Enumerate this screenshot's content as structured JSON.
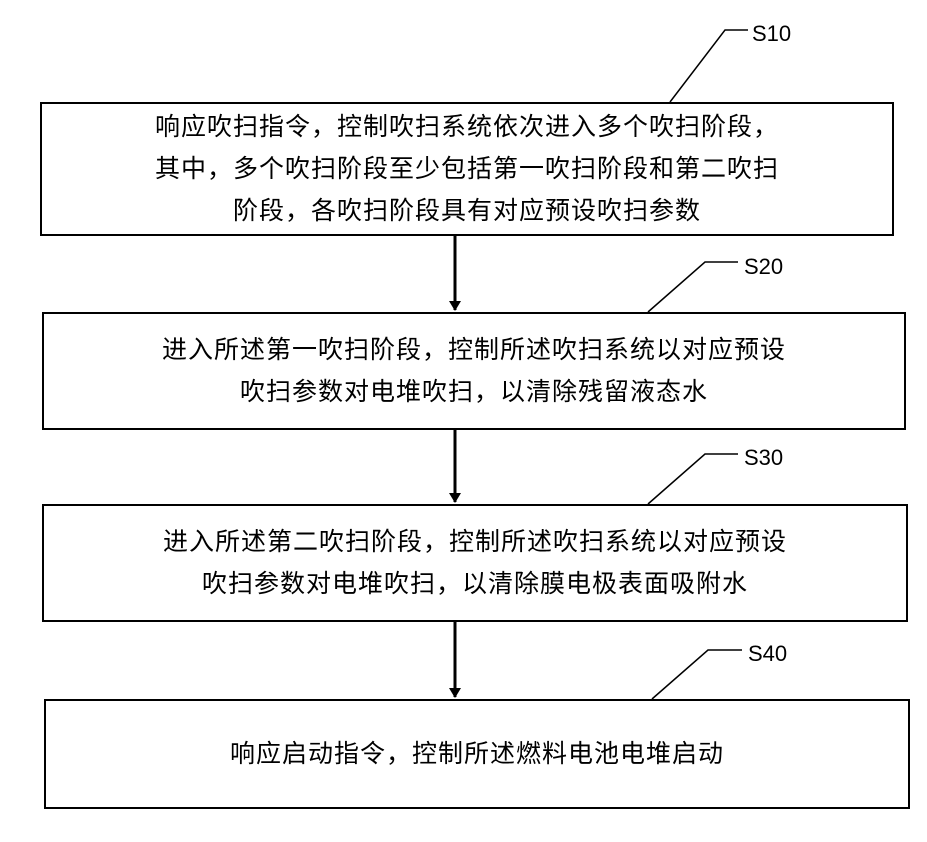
{
  "steps": [
    {
      "label": "S10",
      "text": "响应吹扫指令，控制吹扫系统依次进入多个吹扫阶段，\n其中，多个吹扫阶段至少包括第一吹扫阶段和第二吹扫\n阶段，各吹扫阶段具有对应预设吹扫参数"
    },
    {
      "label": "S20",
      "text": "进入所述第一吹扫阶段，控制所述吹扫系统以对应预设\n吹扫参数对电堆吹扫，以清除残留液态水"
    },
    {
      "label": "S30",
      "text": "进入所述第二吹扫阶段，控制所述吹扫系统以对应预设\n吹扫参数对电堆吹扫，以清除膜电极表面吸附水"
    },
    {
      "label": "S40",
      "text": "响应启动指令，控制所述燃料电池电堆启动"
    }
  ]
}
